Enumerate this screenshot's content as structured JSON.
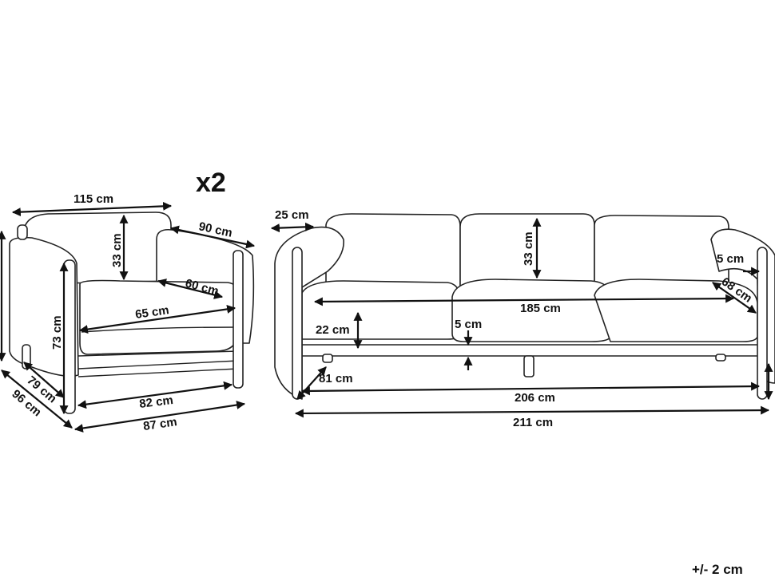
{
  "armchair": {
    "quantity": "x2",
    "width_total": "115 cm",
    "backrest_height": "33 cm",
    "arm_depth": "90 cm",
    "seat_depth_diag": "60 cm",
    "seat_width": "65 cm",
    "height": "73 cm",
    "depth_side": "79 cm",
    "depth_total": "96 cm",
    "inner_width": "82 cm",
    "overall_width": "87 cm"
  },
  "sofa": {
    "arm_width": "25 cm",
    "backrest_height": "33 cm",
    "leg_offset": "5 cm",
    "seat_depth_diag": "68 cm",
    "seat_width": "185 cm",
    "seat_height": "22 cm",
    "cushion_gap": "5 cm",
    "depth": "81 cm",
    "inner_width": "206 cm",
    "overall_width": "211 cm"
  },
  "tolerance": "+/- 2 cm"
}
